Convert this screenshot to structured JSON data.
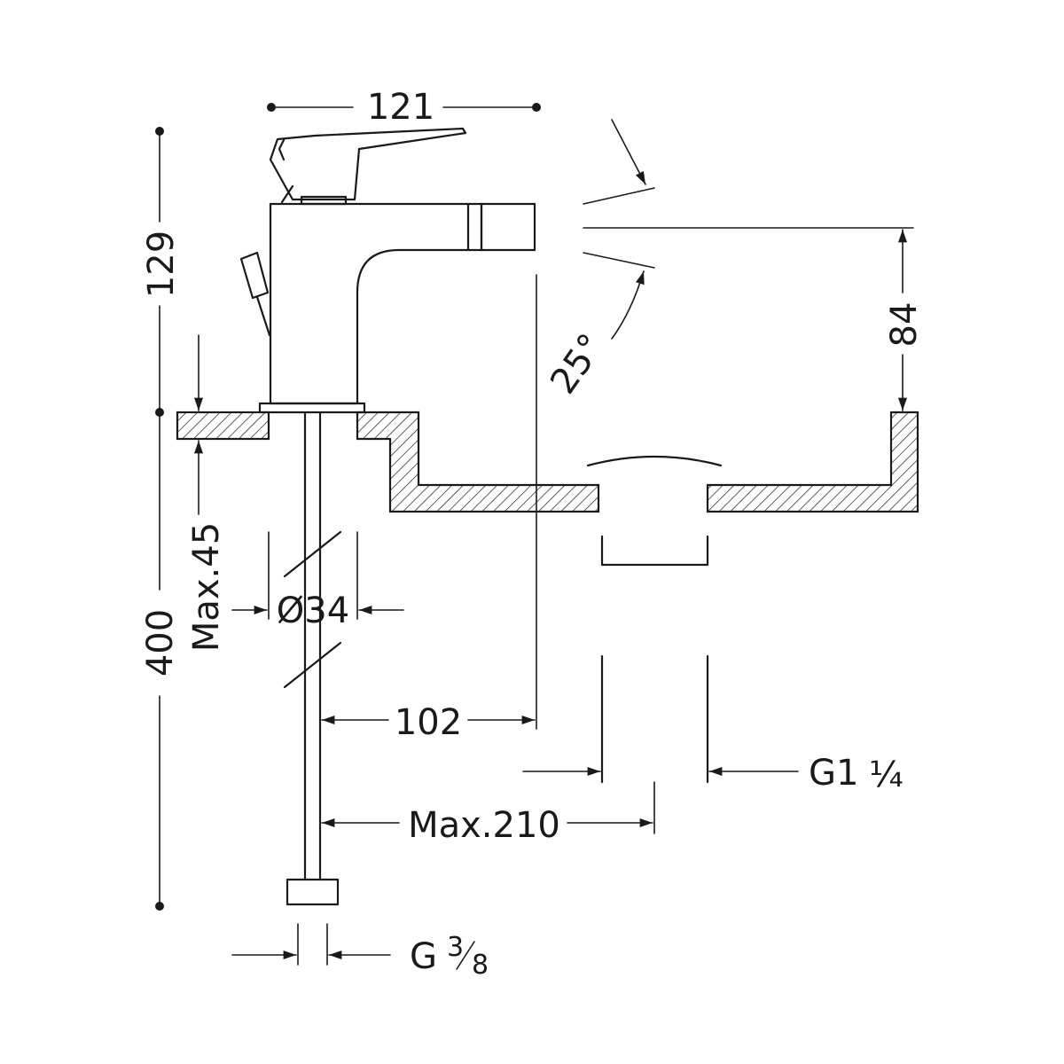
{
  "drawing": {
    "stroke_color": "#1a1a1a",
    "background": "#ffffff",
    "dimensions": {
      "top_width": "121",
      "total_height": "129",
      "spout_angle": "25°",
      "spout_height": "84",
      "deck_thickness": "Max.45",
      "hole_diameter": "Ø34",
      "drain_height": "400",
      "spout_reach": "102",
      "waste_thread_main": "G1",
      "waste_thread_frac": "¼",
      "max_reach": "Max.210",
      "supply_thread_main": "G",
      "supply_thread_num": "3",
      "supply_thread_den": "8"
    }
  }
}
